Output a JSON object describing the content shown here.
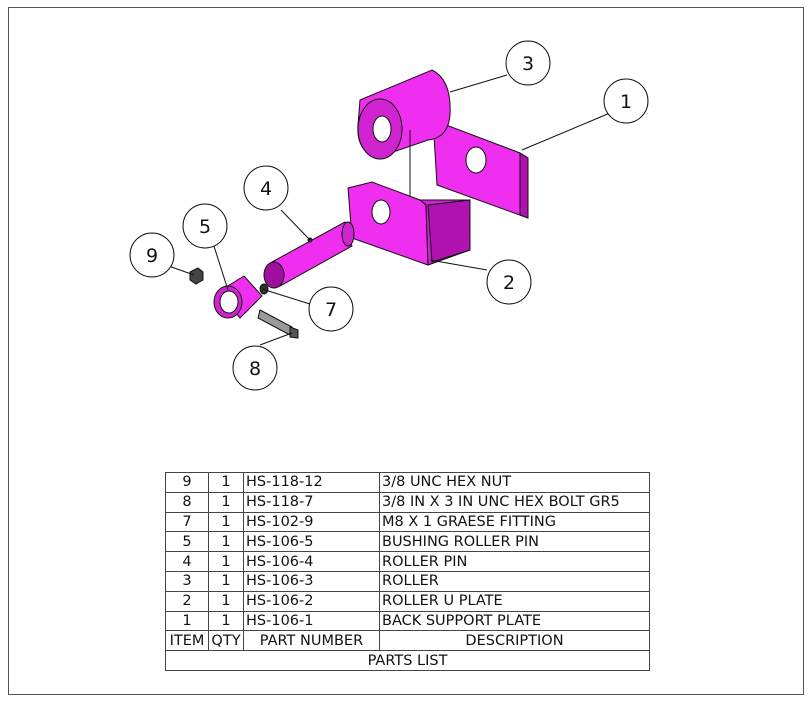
{
  "balloons": [
    {
      "label": "1"
    },
    {
      "label": "2"
    },
    {
      "label": "3"
    },
    {
      "label": "4"
    },
    {
      "label": "5"
    },
    {
      "label": "7"
    },
    {
      "label": "8"
    },
    {
      "label": "9"
    }
  ],
  "colors": {
    "part_fill": "#f02ef0",
    "part_shade": "#b012b0",
    "part_dark": "#6a0a6a",
    "line": "#111111"
  },
  "parts_list": {
    "title": "PARTS LIST",
    "headers": {
      "item": "ITEM",
      "qty": "QTY",
      "part_number": "PART NUMBER",
      "description": "DESCRIPTION"
    },
    "rows": [
      {
        "item": "9",
        "qty": "1",
        "part_number": "HS-118-12",
        "description": "3/8 UNC HEX NUT"
      },
      {
        "item": "8",
        "qty": "1",
        "part_number": "HS-118-7",
        "description": "3/8 IN X 3 IN UNC HEX BOLT GR5"
      },
      {
        "item": "7",
        "qty": "1",
        "part_number": "HS-102-9",
        "description": "M8 X 1 GRAESE FITTING"
      },
      {
        "item": "5",
        "qty": "1",
        "part_number": "HS-106-5",
        "description": "BUSHING ROLLER PIN"
      },
      {
        "item": "4",
        "qty": "1",
        "part_number": "HS-106-4",
        "description": "ROLLER PIN"
      },
      {
        "item": "3",
        "qty": "1",
        "part_number": "HS-106-3",
        "description": "ROLLER"
      },
      {
        "item": "2",
        "qty": "1",
        "part_number": "HS-106-2",
        "description": "ROLLER U PLATE"
      },
      {
        "item": "1",
        "qty": "1",
        "part_number": "HS-106-1",
        "description": "BACK SUPPORT PLATE"
      }
    ]
  }
}
